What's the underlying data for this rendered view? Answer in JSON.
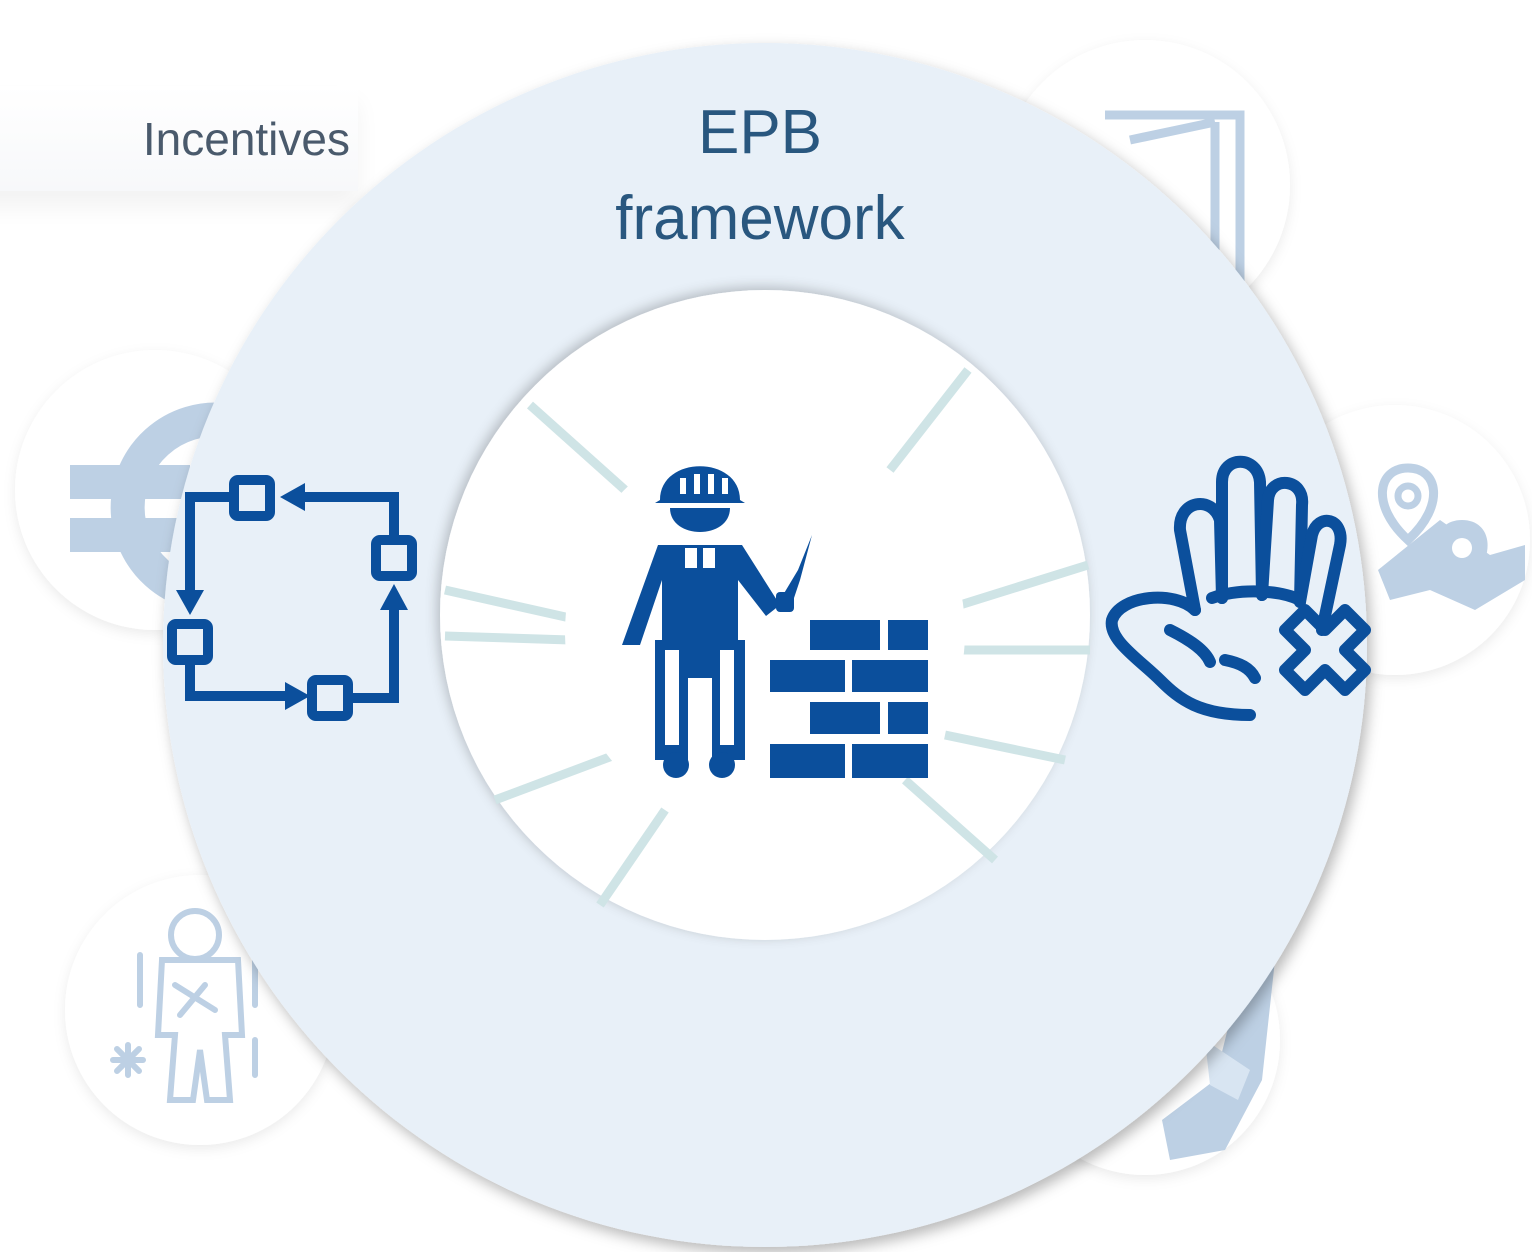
{
  "diagram": {
    "background_label": "Incentives",
    "ring_title_line1": "EPB",
    "ring_title_line2": "framework"
  },
  "icons": {
    "left": "cycle-process-icon",
    "center": "construction-worker-brick-wall-icon",
    "right": "stop-hand-x-icon",
    "background": [
      "euro-icon",
      "door-frame-icon",
      "map-pin-icon",
      "cold-person-icon",
      "boot-icon"
    ]
  },
  "colors": {
    "ring_fill": "#e8f0f8",
    "primary_icon": "#0b4f9c",
    "faded_icon": "#bdd0e4",
    "spoke": "#cfe4e6",
    "title_text": "#29577f"
  }
}
